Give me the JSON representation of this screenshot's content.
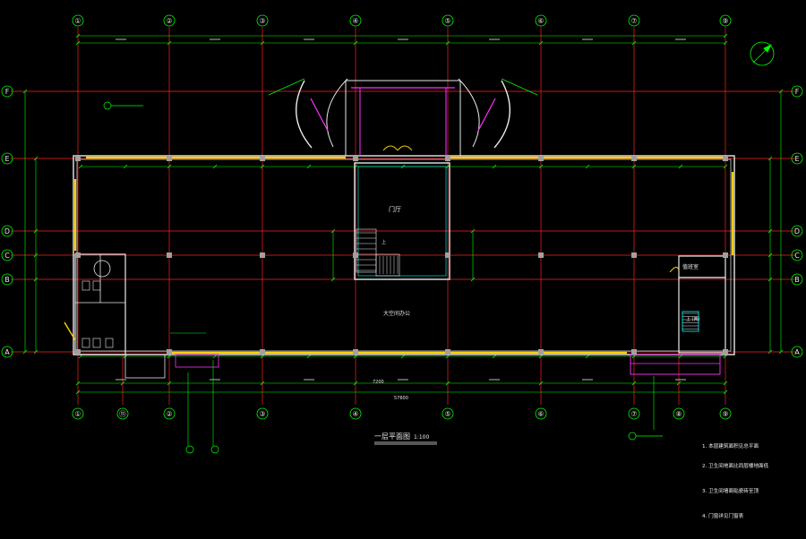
{
  "plan": {
    "title": "一层平面图",
    "scale": "1:100",
    "column_axes": [
      "①",
      "②",
      "③",
      "④",
      "⑤",
      "⑥",
      "⑦",
      "⑧",
      "⑨"
    ],
    "bottom_axes": [
      "①",
      "⑪",
      "②",
      "③",
      "④",
      "⑤",
      "⑥",
      "⑦",
      "⑧",
      "⑨"
    ],
    "row_axes": [
      "A",
      "B",
      "C",
      "D",
      "E",
      "F"
    ],
    "rooms": {
      "lobby": "门厅",
      "hall": "大空间办公",
      "duty": "值班室",
      "up_1": "上",
      "up_2": "上 (两)"
    },
    "dimensions": {
      "bay": "7200",
      "total": "57600"
    }
  },
  "notes": [
    "1. 本层建筑面积见总平面",
    "2. 卫生间地面比同层楼地面低",
    "3. 卫生间墙面贴瓷砖至顶",
    "4. 门窗详见门窗表"
  ],
  "colors": {
    "axis": "#ff2020",
    "dimension": "#00ff00",
    "wall": "#e8e8e8",
    "glazing": "#ffd000",
    "partition": "#ff30ff",
    "column": "#a0a0a0"
  }
}
